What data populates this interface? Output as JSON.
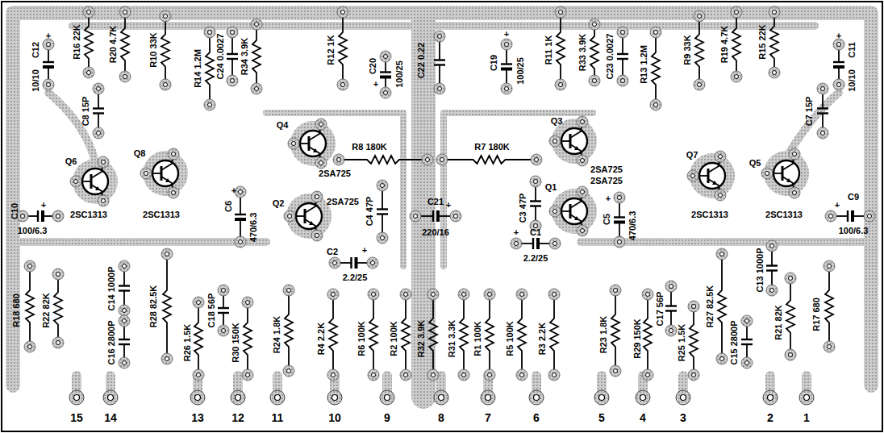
{
  "diagram": {
    "labels": [
      "C12",
      "+",
      "10/10",
      "R16 22K",
      "C8 15P",
      "R20 4.7K",
      "R10 33K",
      "R14 1.2M",
      "C24 0.0027",
      "R34 3.9K",
      "R12 1K",
      "C20",
      "+",
      "100/25",
      "C22 0.22",
      "C19",
      "+",
      "100/25",
      "R11 1K",
      "R33 3.9K",
      "C23 0.0027",
      "R13 1.2M",
      "R9 33K",
      "R19 4.7K",
      "R15 22K",
      "C11",
      "+",
      "10/10",
      "C7 15P",
      "Q6",
      "2SC1313",
      "Q8",
      "2SC1313",
      "Q4",
      "2SA725",
      "R8 180K",
      "R7 180K",
      "Q3",
      "2SA725",
      "C10",
      "+",
      "100/6.3",
      "C6",
      "+",
      "470/6.3",
      "Q2",
      "2SA725",
      "C4 47P",
      "C21",
      "+",
      "220/16",
      "C3 47P",
      "Q1",
      "2SA725",
      "C5",
      "+",
      "470/6.3",
      "Q7",
      "Q5",
      "2SC1313",
      "2SC1313",
      "C9",
      "+",
      "100/6.3",
      "C2",
      "+",
      "2.2/25",
      "+",
      "C1",
      "2.2/25",
      "R18 680",
      "R22 82K",
      "C14 1000P",
      "C16 2800P",
      "R28 82.5K",
      "R26 1.5K",
      "C18 56P",
      "R30 150K",
      "R24 1.8K",
      "R4 2.2K",
      "R6 100K",
      "R2 100K",
      "R32 3.9K",
      "R31 3.3K",
      "R1 100K",
      "R5 100K",
      "R3 2.2K",
      "R23 1.8K",
      "R29 150K",
      "C17 56P",
      "R25 1.5K",
      "R27 82.5K",
      "C13 1000P",
      "C15 2800P",
      "R21 82K",
      "R17 680",
      "15",
      "14",
      "13",
      "12",
      "11",
      "10",
      "9",
      "8",
      "7",
      "6",
      "5",
      "4",
      "3",
      "2",
      "1"
    ]
  }
}
